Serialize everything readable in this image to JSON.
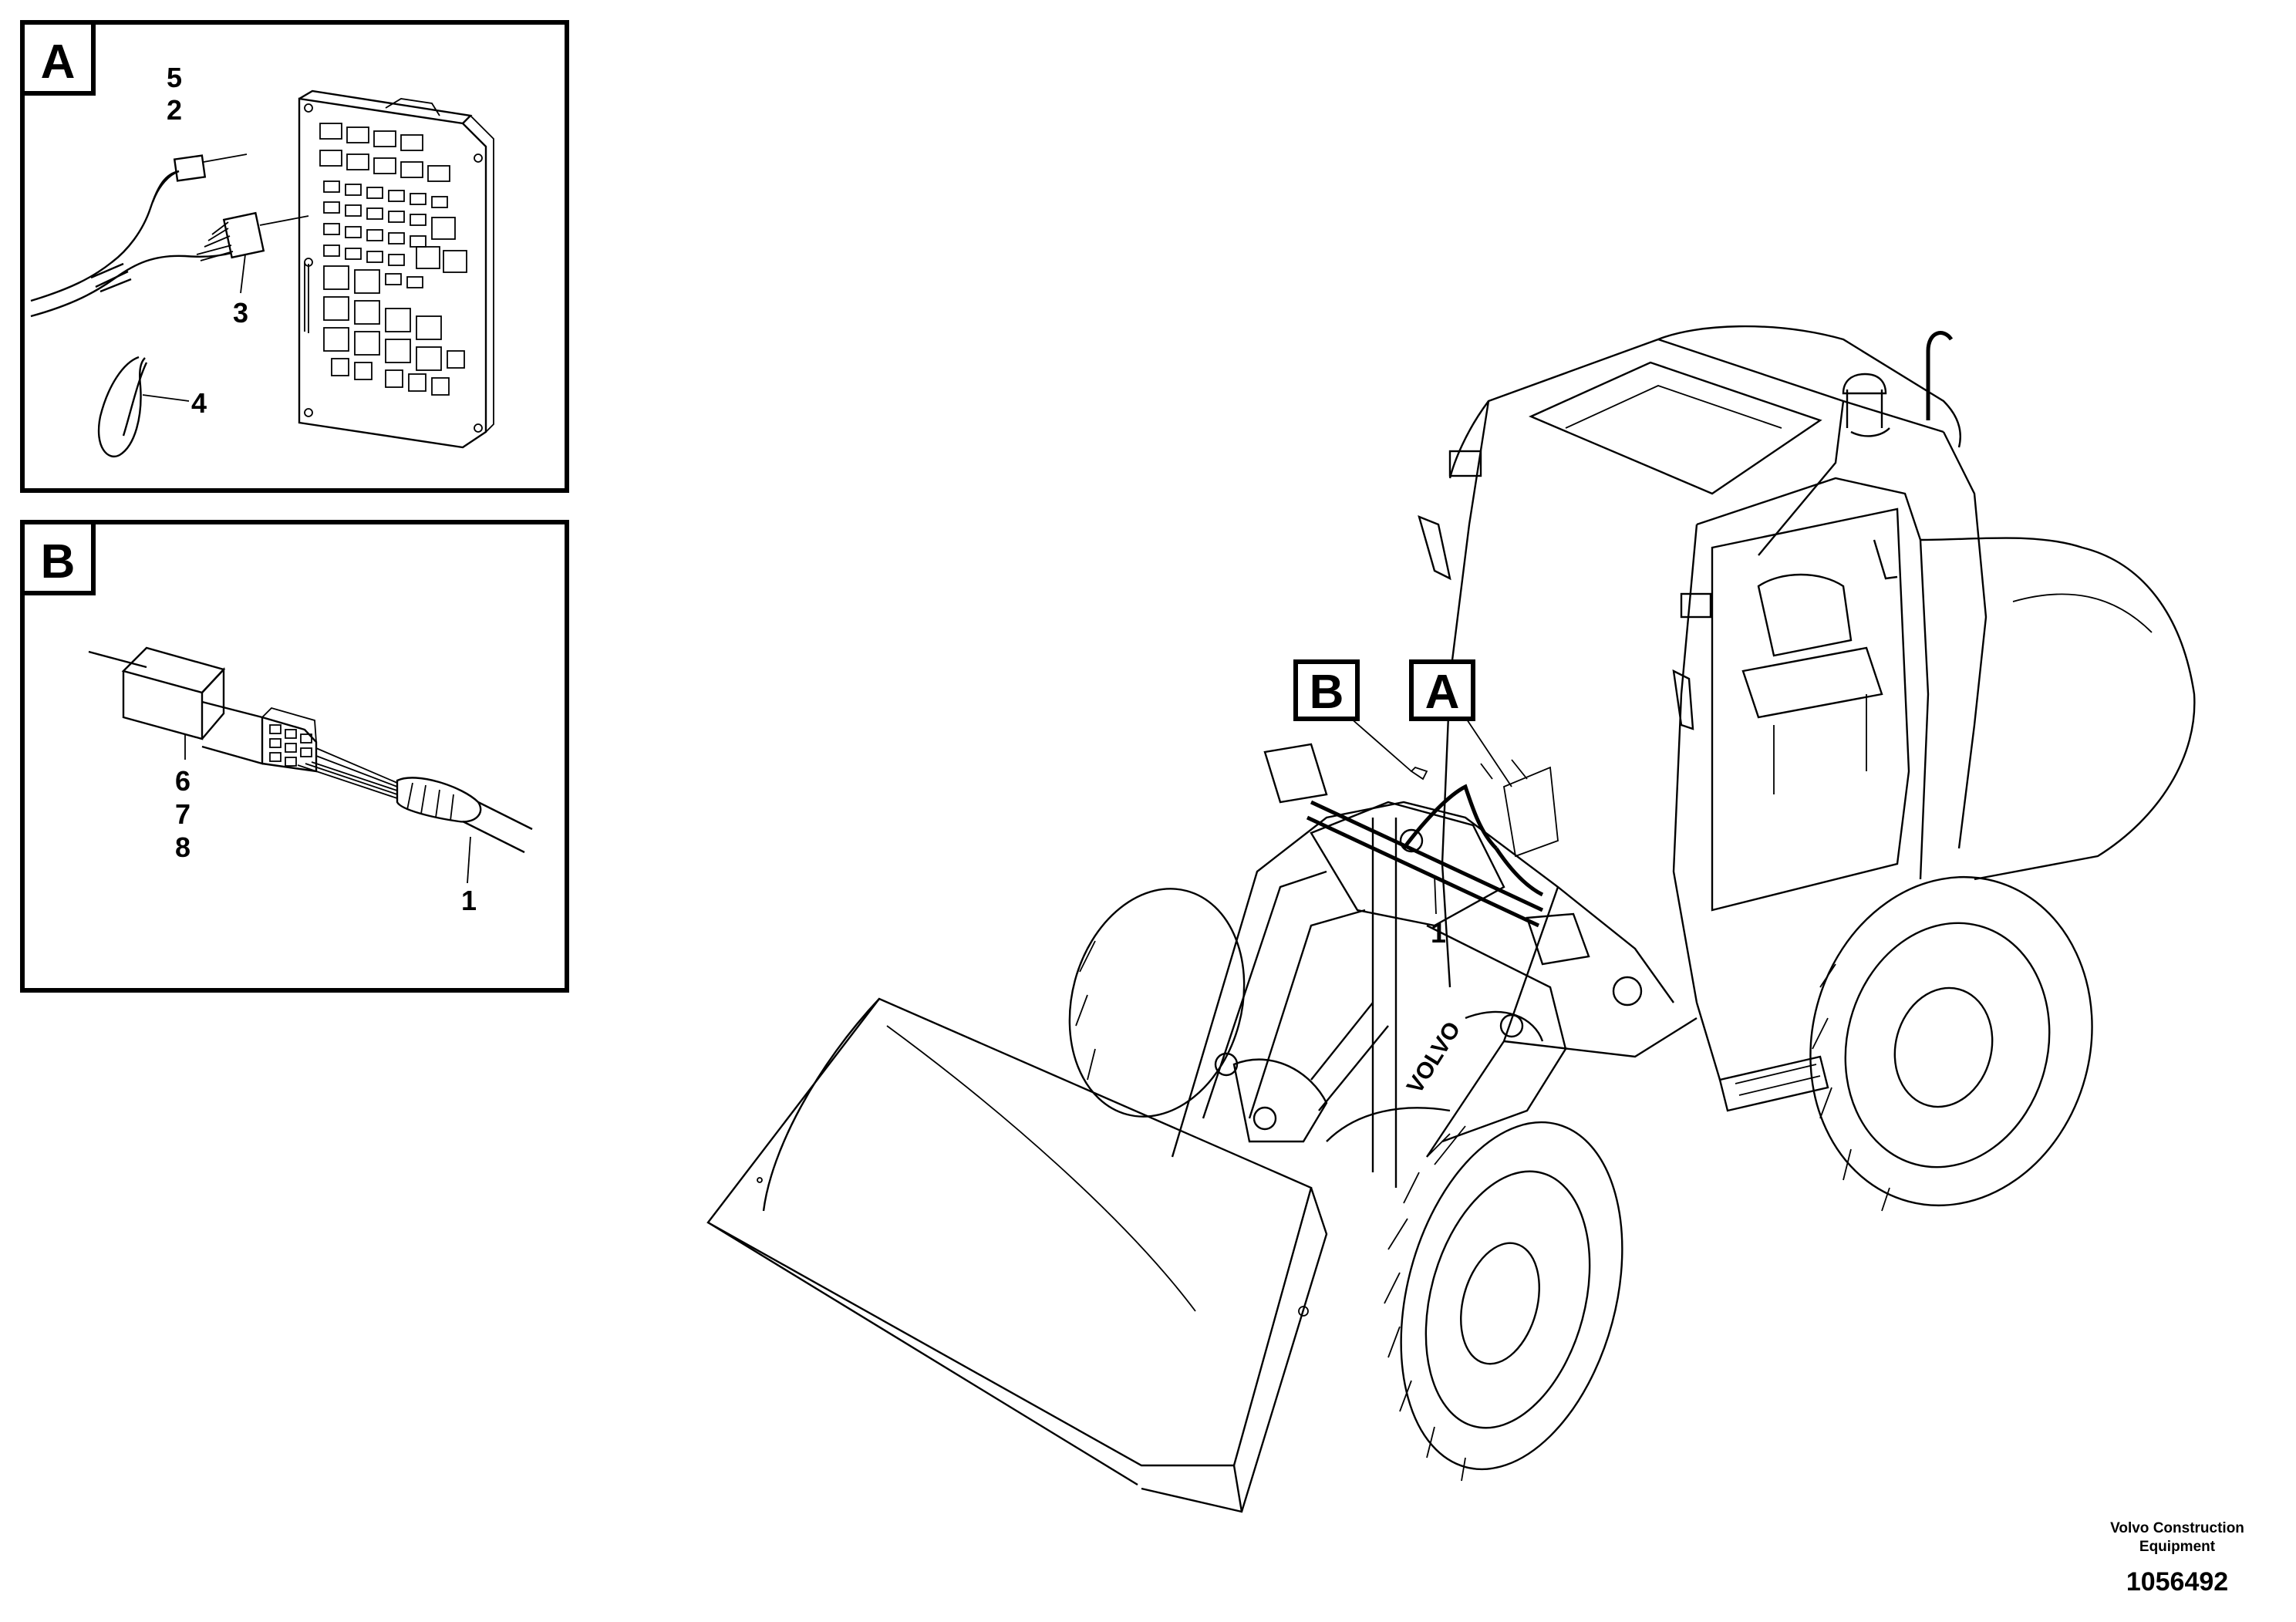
{
  "panel_a": {
    "tag": "A",
    "callouts": {
      "c5": "5",
      "c2": "2",
      "c3": "3",
      "c4": "4"
    }
  },
  "panel_b": {
    "tag": "B",
    "callouts": {
      "c6": "6",
      "c7": "7",
      "c8": "8",
      "c1": "1"
    }
  },
  "main": {
    "tag_a": "A",
    "tag_b": "B",
    "callout_1": "1",
    "brand_on_arm": "VOLVO"
  },
  "footer": {
    "credit_line1": "Volvo Construction",
    "credit_line2": "Equipment",
    "doc_number": "1056492"
  }
}
